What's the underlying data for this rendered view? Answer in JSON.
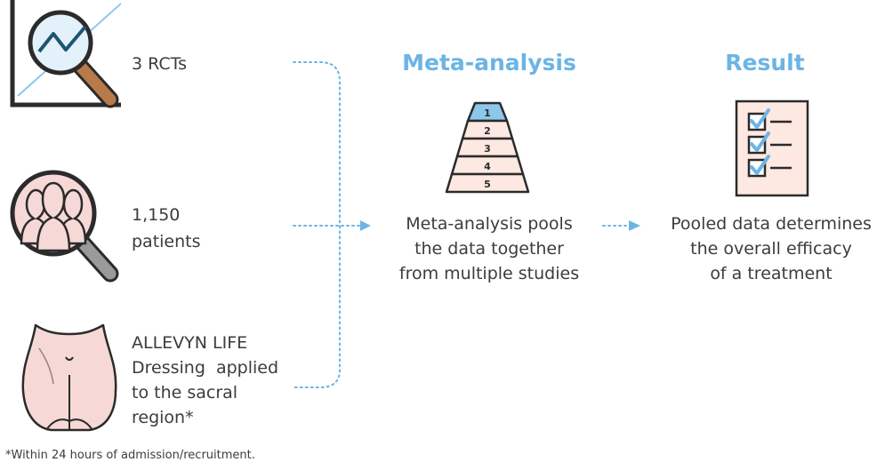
{
  "inputs": {
    "rcts": "3 RCTs",
    "patients_line1": "1,150",
    "patients_line2": "patients",
    "dressing_line1": "ALLEVYN LIFE",
    "dressing_line2": "Dressing  applied",
    "dressing_line3": "to the sacral",
    "dressing_line4": "region*"
  },
  "meta_analysis": {
    "heading": "Meta-analysis",
    "pyramid_levels": [
      "1",
      "2",
      "3",
      "4",
      "5"
    ],
    "desc_line1": "Meta-analysis pools",
    "desc_line2": "the data together",
    "desc_line3": "from multiple studies"
  },
  "result": {
    "heading": "Result",
    "desc_line1": "Pooled data determines",
    "desc_line2": "the overall efficacy",
    "desc_line3": "of a treatment"
  },
  "footnote": "*Within 24 hours of admission/recruitment.",
  "colors": {
    "accent_blue": "#6cb4e4",
    "dark_teal": "#1d5570",
    "handle_brown": "#b87a4b",
    "skin_pink": "#f6d9d6",
    "text": "#3c3c3c"
  }
}
